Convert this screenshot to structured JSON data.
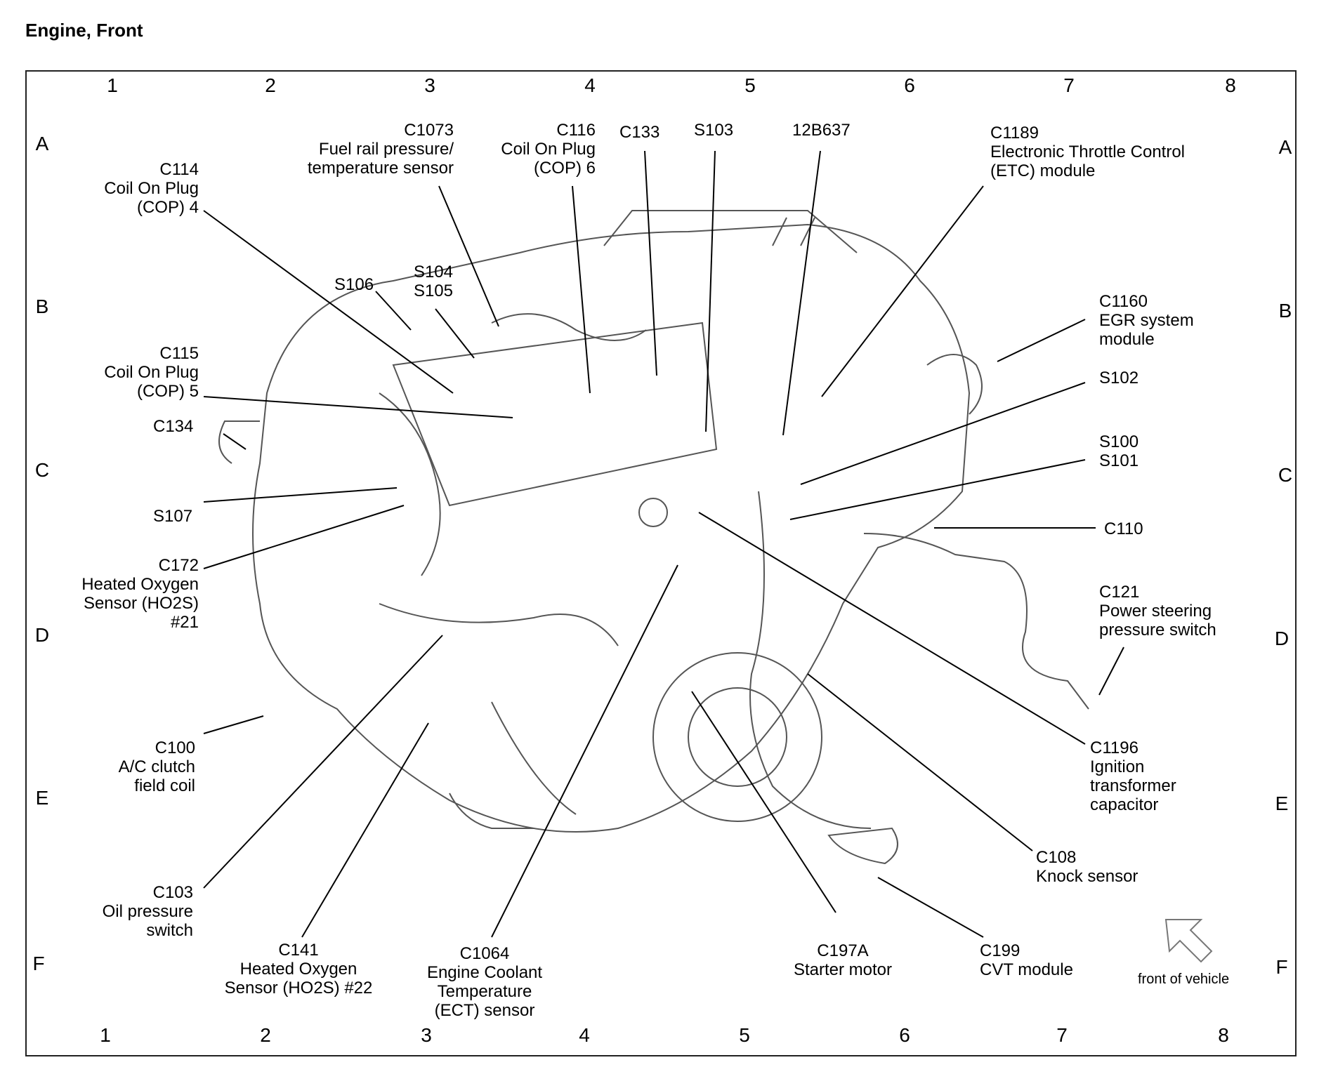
{
  "title": "Engine, Front",
  "grid": {
    "columns": [
      "1",
      "2",
      "3",
      "4",
      "5",
      "6",
      "7",
      "8"
    ],
    "rows": [
      "A",
      "B",
      "C",
      "D",
      "E",
      "F"
    ]
  },
  "labels": {
    "c114": "C114\nCoil On Plug\n(COP) 4",
    "c1073": "C1073\nFuel rail pressure/\ntemperature sensor",
    "c116": "C116\nCoil On Plug\n(COP) 6",
    "c133": "C133",
    "s103": "S103",
    "12b637": "12B637",
    "c1189": "C1189\nElectronic Throttle Control\n(ETC) module",
    "s106": "S106",
    "s104_s105": "S104\nS105",
    "c1160": "C1160\nEGR system\nmodule",
    "c115": "C115\nCoil On Plug\n(COP) 5",
    "s102": "S102",
    "c134": "C134",
    "s100_s101": "S100\nS101",
    "s107": "S107",
    "c110": "C110",
    "c172": "C172\nHeated Oxygen\nSensor (HO2S)\n#21",
    "c121": "C121\nPower steering\npressure switch",
    "c100": "C100\nA/C clutch\nfield coil",
    "c1196": "C1196\nIgnition\ntransformer\ncapacitor",
    "c108": "C108\nKnock sensor",
    "c103": "C103\nOil pressure\nswitch",
    "c141": "C141\nHeated Oxygen\nSensor (HO2S) #22",
    "c1064": "C1064\nEngine Coolant\nTemperature\n(ECT) sensor",
    "c197a": "C197A\nStarter motor",
    "c199": "C199\nCVT module",
    "front": "front of vehicle"
  }
}
